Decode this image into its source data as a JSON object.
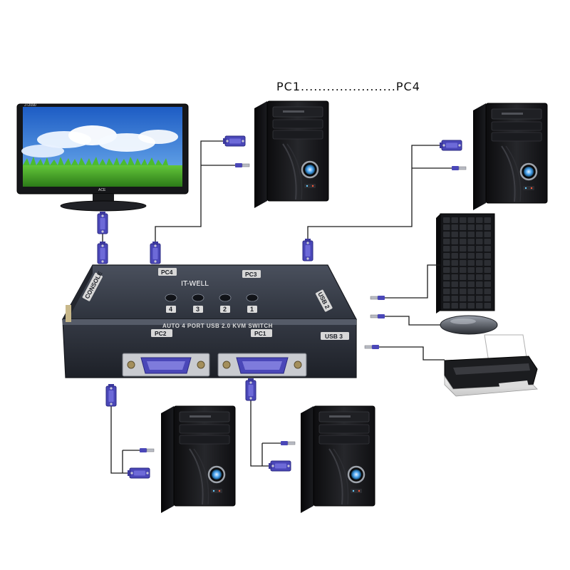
{
  "title": "PC1......................PC4",
  "monitor": {
    "brand": "JT2090",
    "stand_logo": "ACE"
  },
  "kvm": {
    "brand": "IT-WELL",
    "model": "AUTO 4 PORT USB 2.0 KVM SWITCH",
    "top_ports": {
      "left": "PC4",
      "right": "PC3"
    },
    "side_left": "CONSOLE",
    "side_right": "USB 2",
    "front_ports": {
      "left": "PC2",
      "right": "PC1"
    },
    "usb_front": "USB 3",
    "buttons": [
      "4",
      "3",
      "2",
      "1"
    ]
  },
  "colors": {
    "kvm_body": "#2b2f38",
    "vga_connector": "#4a47b8",
    "cable": "#1a1a1a",
    "sky": "#2f73d6",
    "grass": "#3fa82a"
  },
  "icons": [
    "monitor-icon",
    "desktop-pc-icon",
    "keyboard-icon",
    "mouse-icon",
    "printer-icon",
    "vga-connector-icon",
    "usb-connector-icon"
  ]
}
